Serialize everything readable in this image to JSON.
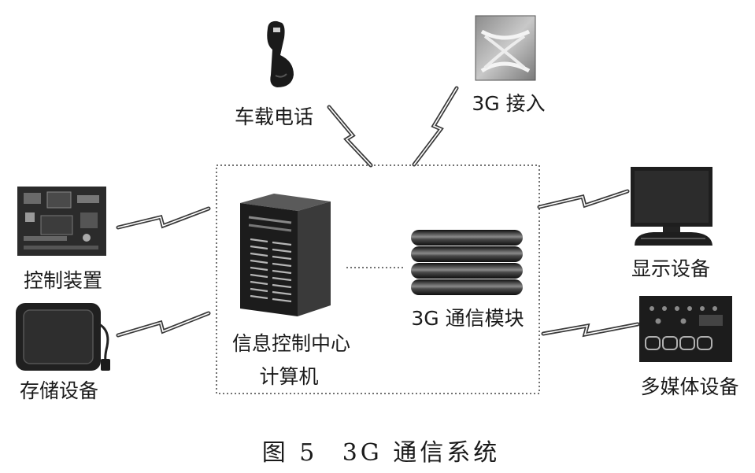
{
  "figure": {
    "number": "图 5",
    "title": "3G 通信系统"
  },
  "nodes": {
    "car_phone": {
      "label": "车载电话",
      "icon": "car-phone-icon"
    },
    "access_3g": {
      "label": "3G 接入",
      "icon": "3g-access-icon"
    },
    "control_device": {
      "label": "控制装置",
      "icon": "circuit-board-icon"
    },
    "storage_device": {
      "label": "存储设备",
      "icon": "hard-drive-icon"
    },
    "center_computer": {
      "label_line1": "信息控制中心",
      "label_line2": "计算机",
      "icon": "server-tower-icon"
    },
    "comm_module": {
      "label": "3G 通信模块",
      "icon": "3g-module-icon"
    },
    "display_device": {
      "label": "显示设备",
      "icon": "monitor-icon"
    },
    "multimedia_device": {
      "label": "多媒体设备",
      "icon": "multimedia-icon"
    }
  },
  "colors": {
    "ink": "#1a1a1a",
    "background": "#ffffff",
    "wireless_link": "#3a3a3a"
  }
}
